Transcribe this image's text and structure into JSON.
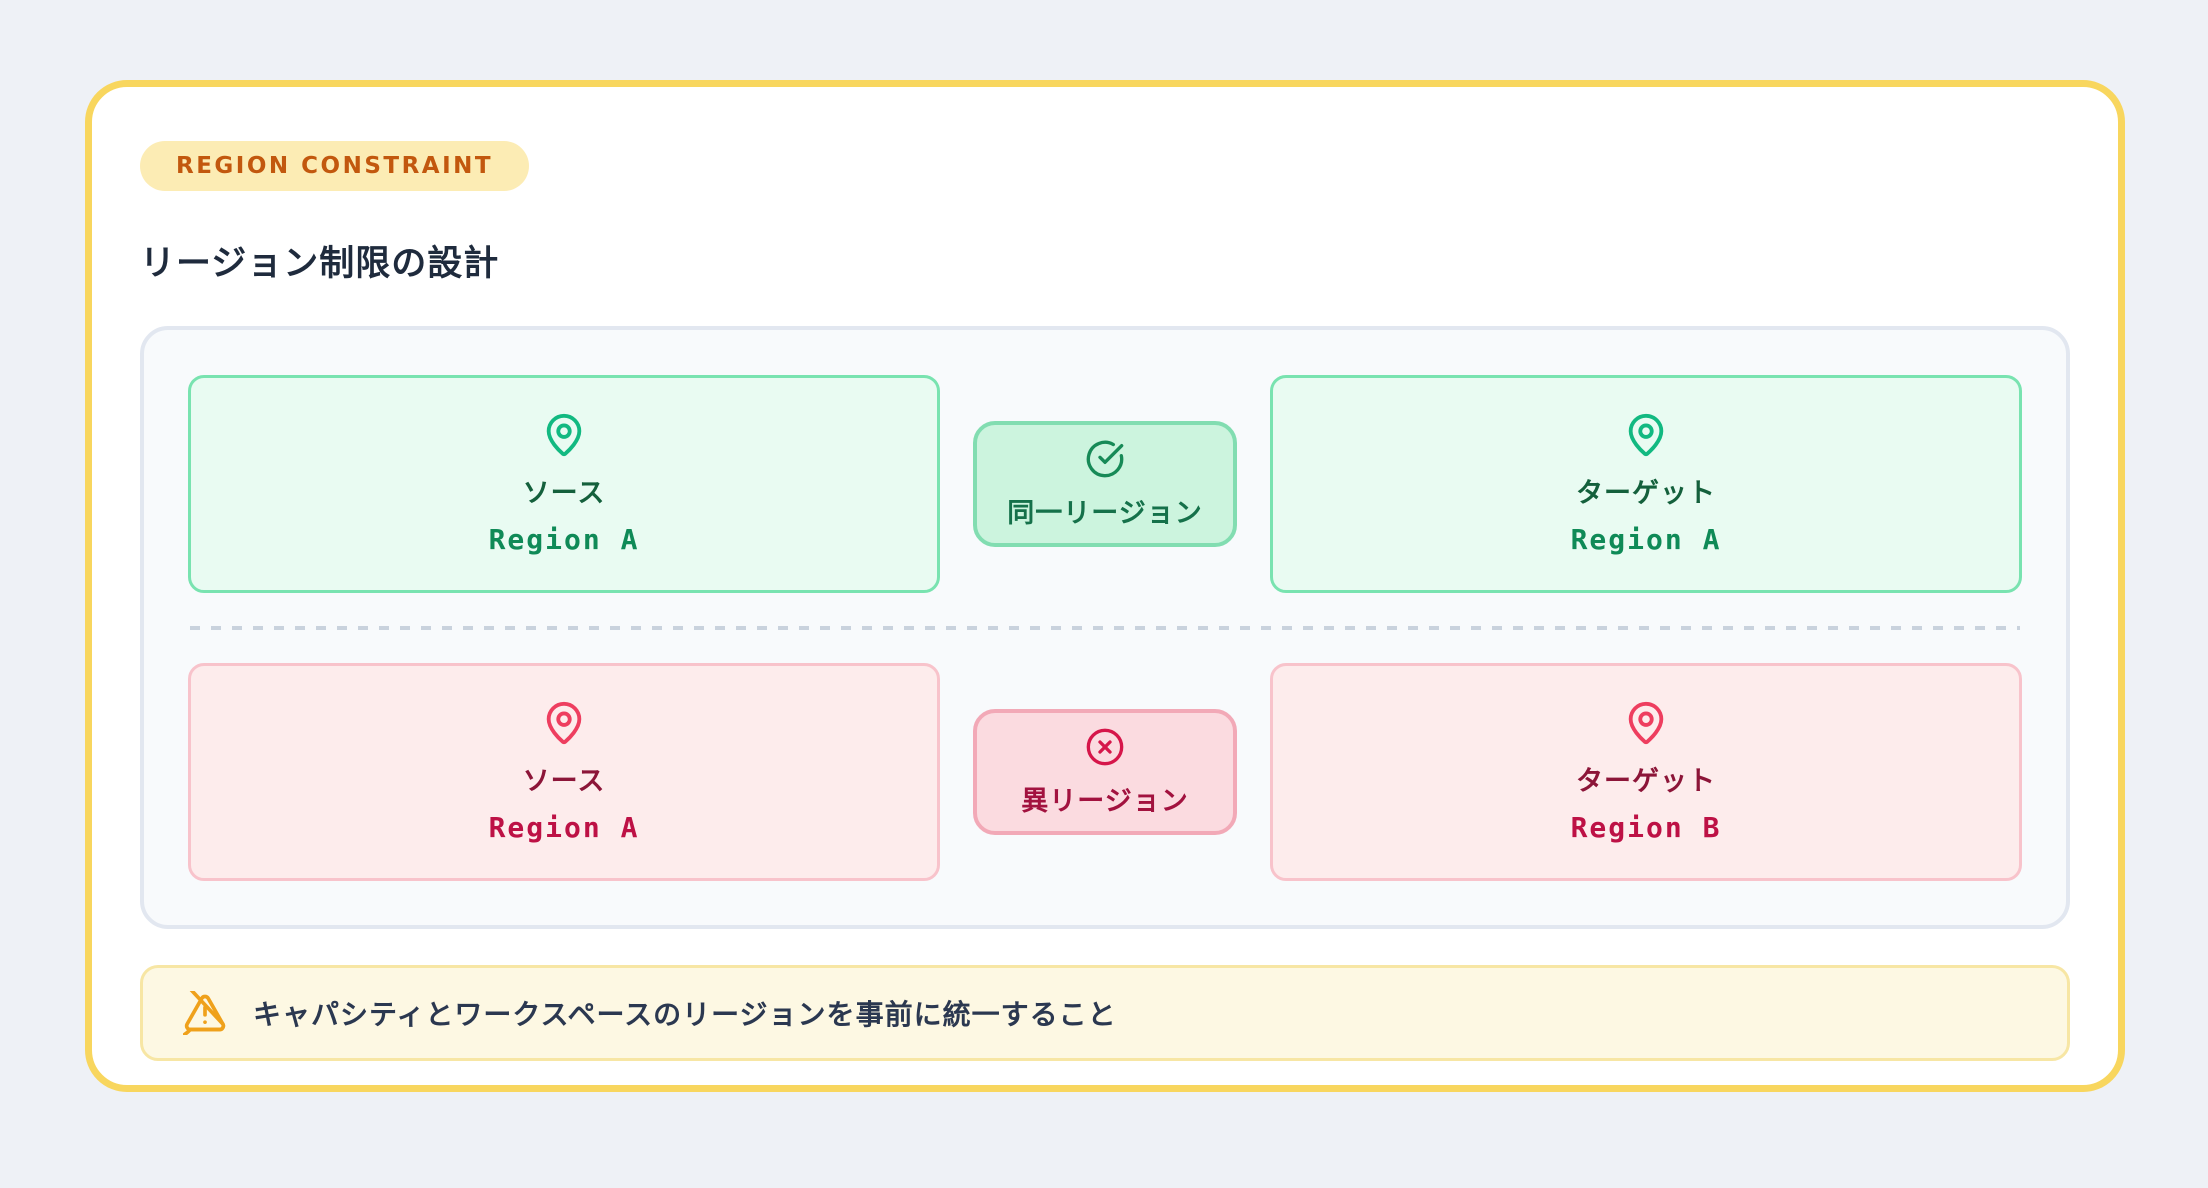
{
  "badge": {
    "label": "REGION CONSTRAINT"
  },
  "title": "リージョン制限の設計",
  "diagram": {
    "rows": [
      {
        "status": "ok",
        "source": {
          "label": "ソース",
          "region": "Region A",
          "icon": "map-pin"
        },
        "relation": {
          "label": "同一リージョン",
          "icon": "check-circle"
        },
        "target": {
          "label": "ターゲット",
          "region": "Region A",
          "icon": "map-pin"
        }
      },
      {
        "status": "error",
        "source": {
          "label": "ソース",
          "region": "Region A",
          "icon": "map-pin"
        },
        "relation": {
          "label": "異リージョン",
          "icon": "x-circle"
        },
        "target": {
          "label": "ターゲット",
          "region": "Region B",
          "icon": "map-pin"
        }
      }
    ]
  },
  "note": {
    "text": "キャパシティとワークスペースのリージョンを事前に統一すること",
    "icon": "warning-triangle"
  },
  "colors": {
    "card_border": "#f8d65e",
    "badge_bg": "#fcecb4",
    "badge_text": "#c2580e",
    "ok_accent": "#12b981",
    "ok_text_dark": "#14603c",
    "ok_region": "#0f8a57",
    "error_accent": "#ee3e5f",
    "error_text_dark": "#8c1538",
    "error_region": "#bd1145",
    "note_bg": "#fdf8e3",
    "warning_icon": "#efa11b"
  }
}
